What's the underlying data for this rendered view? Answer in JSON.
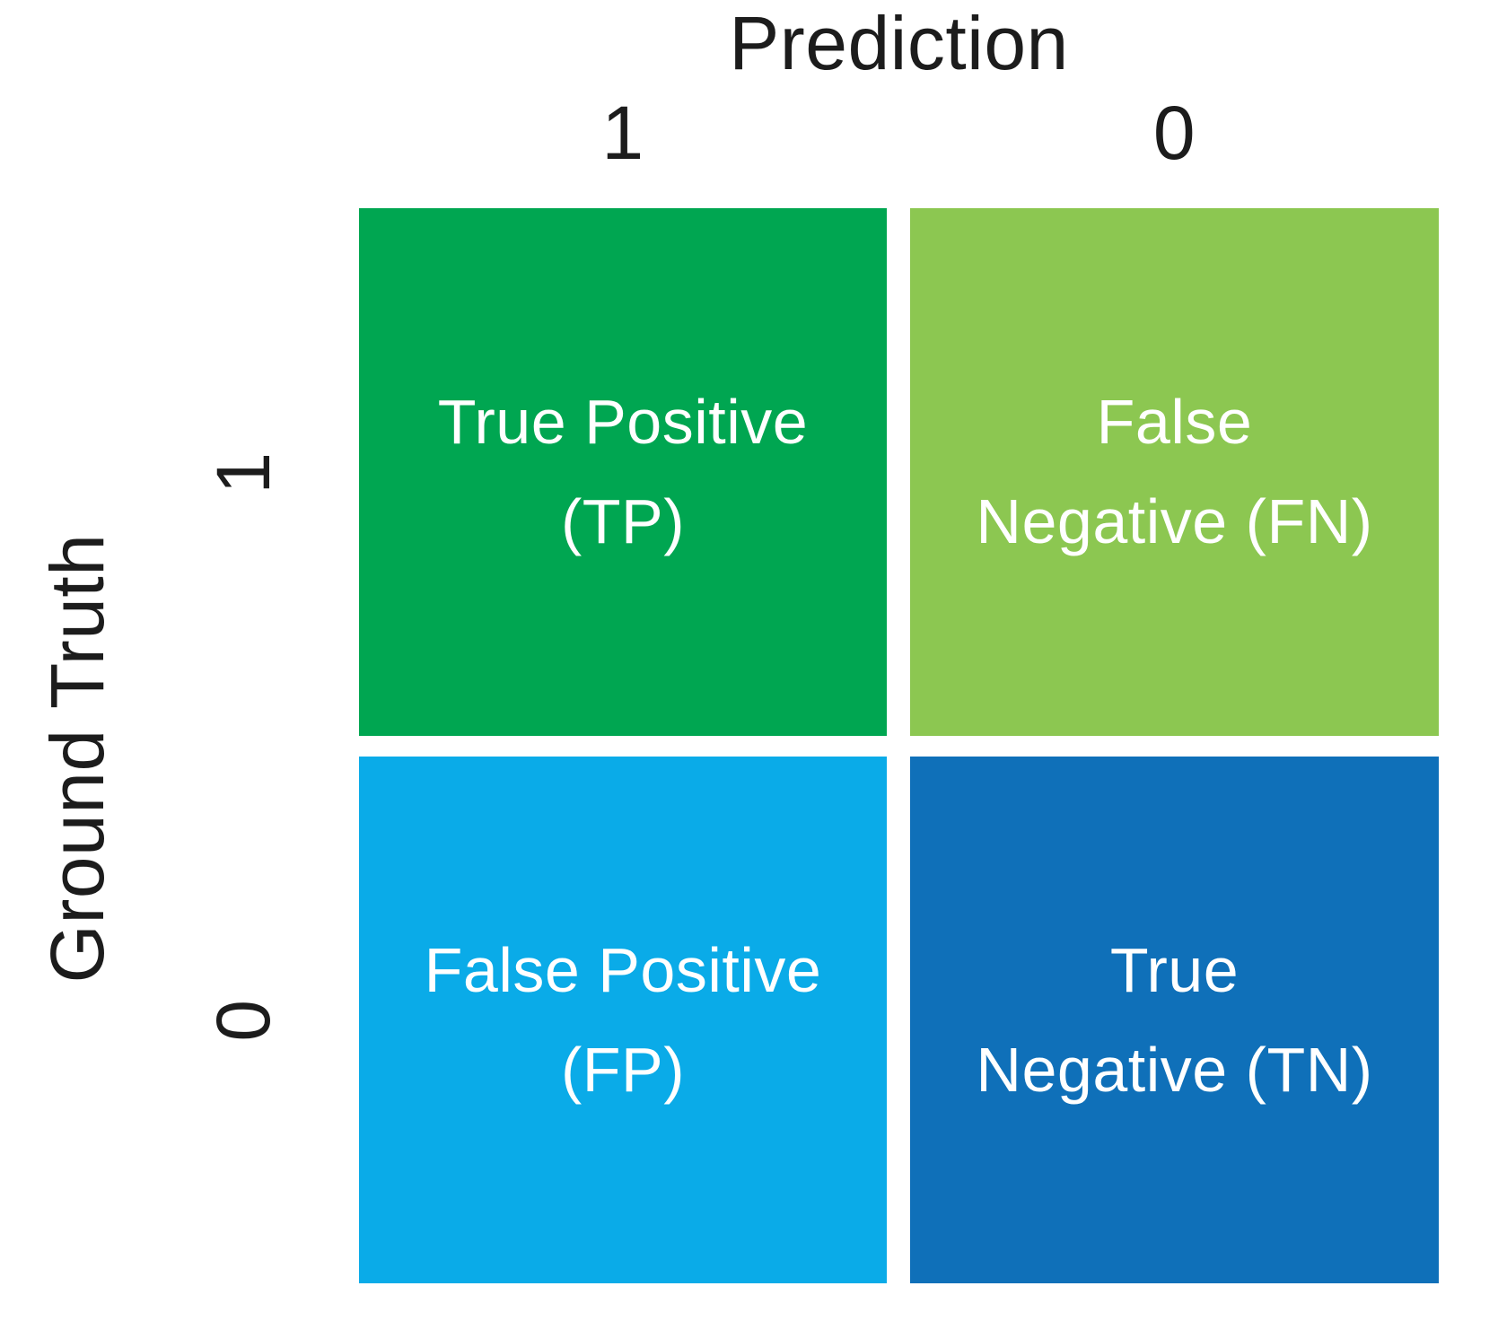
{
  "figure": {
    "prediction_axis": {
      "title": "Prediction",
      "labels": [
        "1",
        "0"
      ]
    },
    "ground_truth_axis": {
      "title": "Ground Truth",
      "labels": [
        "1",
        "0"
      ]
    },
    "cells": [
      {
        "name": "true-positive",
        "line1": "True Positive",
        "line2": "(TP)",
        "row": "1",
        "col": "1",
        "color": "#00a651"
      },
      {
        "name": "false-negative",
        "line1": "False",
        "line2": "Negative (FN)",
        "row": "1",
        "col": "0",
        "color": "#8cc751"
      },
      {
        "name": "false-positive",
        "line1": "False Positive",
        "line2": "(FP)",
        "row": "0",
        "col": "1",
        "color": "#0aabe8"
      },
      {
        "name": "true-negative",
        "line1": "True",
        "line2": "Negative (TN)",
        "row": "0",
        "col": "0",
        "color": "#0f70b9"
      }
    ],
    "colors": {
      "axis_text": "#1c1c1c",
      "cell_text": "#ffffff",
      "background": "#ffffff"
    }
  }
}
